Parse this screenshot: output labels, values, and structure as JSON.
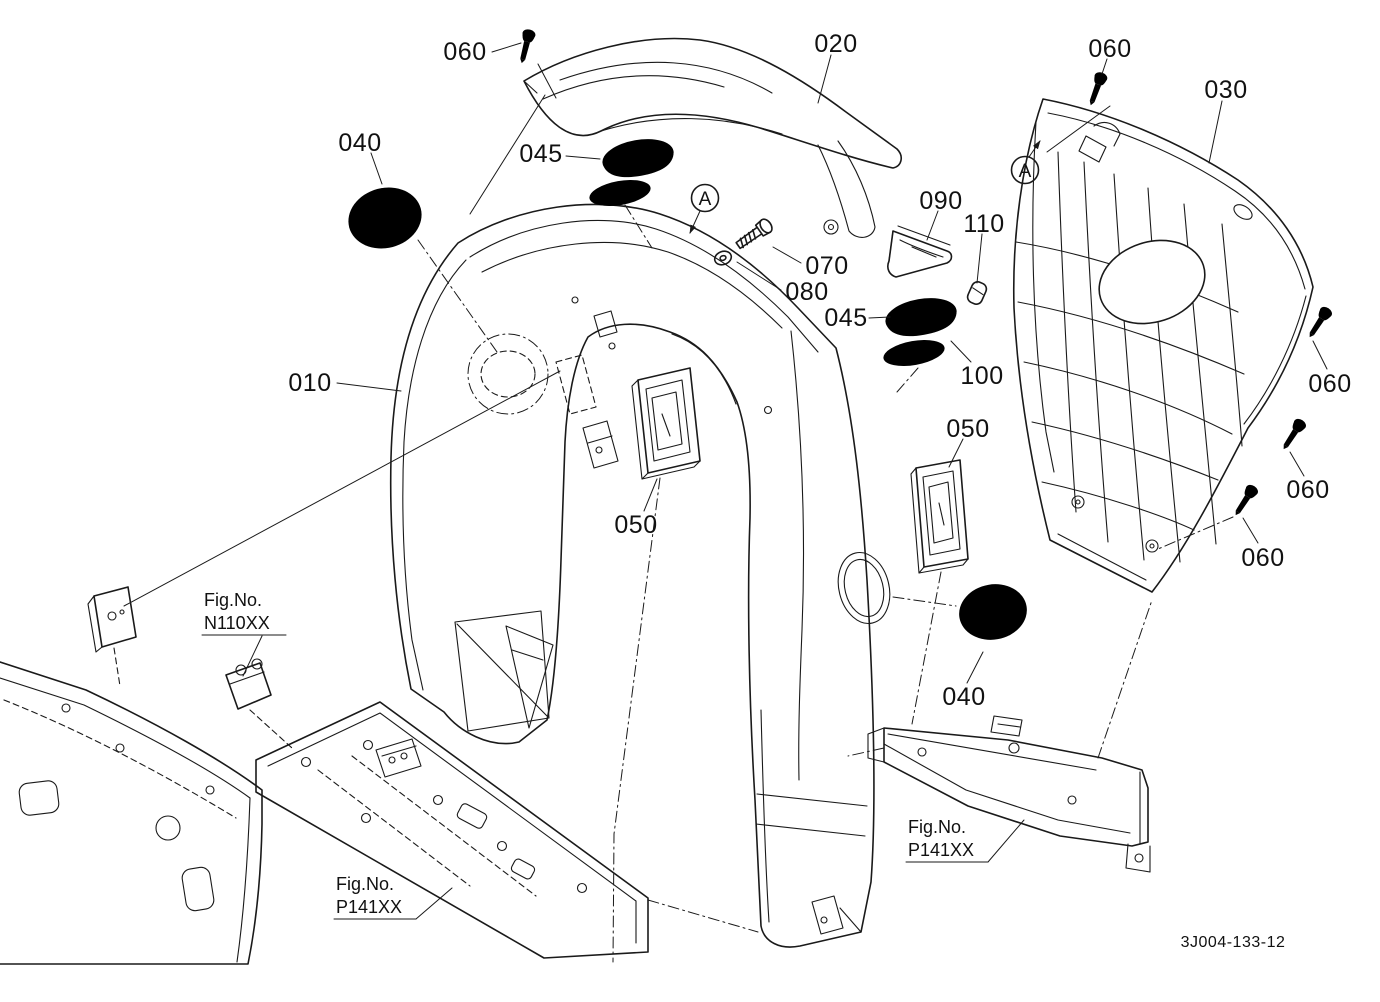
{
  "diagram": {
    "drawing_number": "3J004-133-12",
    "callouts": [
      {
        "id": "060-top-left",
        "label": "060"
      },
      {
        "id": "020",
        "label": "020"
      },
      {
        "id": "060-top-right",
        "label": "060"
      },
      {
        "id": "030",
        "label": "030"
      },
      {
        "id": "040-left",
        "label": "040"
      },
      {
        "id": "045-left",
        "label": "045"
      },
      {
        "id": "090",
        "label": "090"
      },
      {
        "id": "110",
        "label": "110"
      },
      {
        "id": "070",
        "label": "070"
      },
      {
        "id": "080",
        "label": "080"
      },
      {
        "id": "045-right",
        "label": "045"
      },
      {
        "id": "100",
        "label": "100"
      },
      {
        "id": "010",
        "label": "010"
      },
      {
        "id": "060-right-upper",
        "label": "060"
      },
      {
        "id": "050-right",
        "label": "050"
      },
      {
        "id": "060-right-middle",
        "label": "060"
      },
      {
        "id": "050-left",
        "label": "050"
      },
      {
        "id": "060-right-lower",
        "label": "060"
      },
      {
        "id": "040-bottom",
        "label": "040"
      }
    ],
    "detail_markers": [
      {
        "id": "a-left",
        "label": "A"
      },
      {
        "id": "a-right",
        "label": "A"
      }
    ],
    "figure_refs": [
      {
        "id": "fig-n110xx",
        "title": "Fig.No.",
        "code": "N110XX"
      },
      {
        "id": "fig-p141xx-left",
        "title": "Fig.No.",
        "code": "P141XX"
      },
      {
        "id": "fig-p141xx-right",
        "title": "Fig.No.",
        "code": "P141XX"
      }
    ]
  }
}
